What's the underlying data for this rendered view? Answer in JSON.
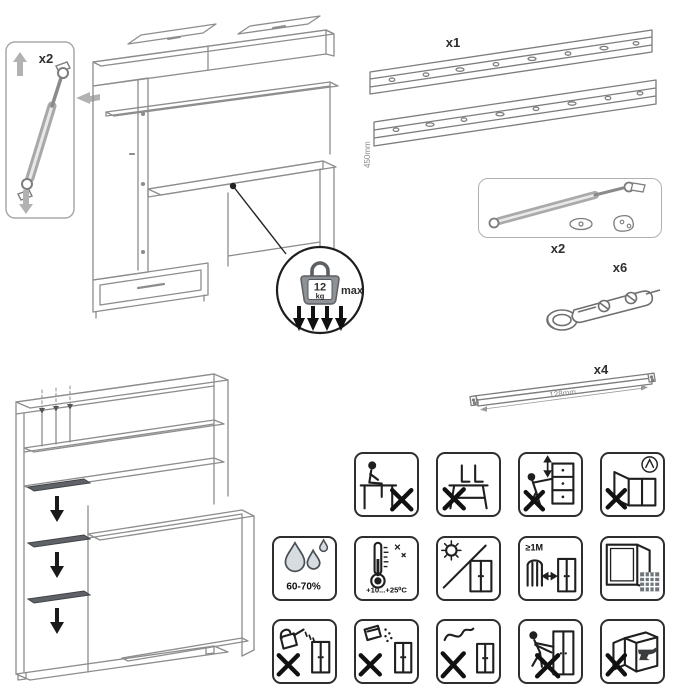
{
  "sheet": {
    "background": "#ffffff",
    "line_color": "#8d8d8d",
    "icon_color": "#1f1f1f",
    "shelf_fill": "#5f6368"
  },
  "hardware": {
    "gas_strut_inset": {
      "qty": "x2"
    },
    "drawer_slides": {
      "qty": "x1",
      "length": "450mm"
    },
    "gas_strut_kit": {
      "qty": "x2"
    },
    "hinge": {
      "qty": "x6"
    },
    "handle_rail": {
      "qty": "x4",
      "length": "128mm"
    }
  },
  "load_limit": {
    "value": "12",
    "unit": "kg",
    "label": "max"
  },
  "care_symbols": {
    "humidity_range": "60-70%",
    "temperature_range": "+10...+25⁰C",
    "min_heater_distance": "≥1M"
  },
  "pictograms": {
    "row1": [
      "no-sitting-on-desktop",
      "no-standing-on-furniture",
      "no-pulling-climbing",
      "careful-with-doors"
    ],
    "row2": [
      "humidity-range",
      "temperature-range",
      "avoid-direct-sunlight",
      "keep-distance-from-heaters",
      "ventilated-room"
    ],
    "row3": [
      "no-pouring-liquids",
      "no-abrasive-powders",
      "no-solvents",
      "no-dragging-when-loaded",
      "no-heavy-objects-inside"
    ]
  }
}
